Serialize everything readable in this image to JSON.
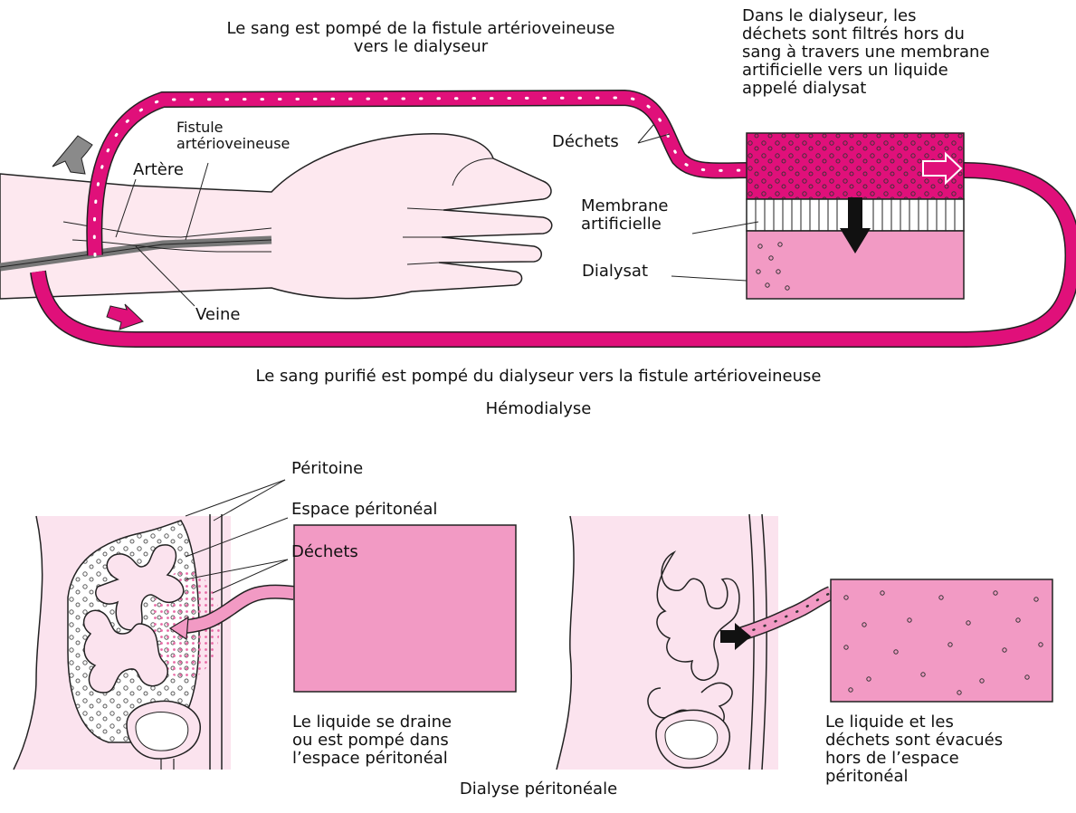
{
  "hemodialysis": {
    "top_caption": "Le sang est pompé de la fistule artérioveineuse\nvers le dialyseur",
    "dialyzer_caption": "Dans le dialyseur, les\ndéchets sont filtrés hors du\nsang à travers une membrane\nartificielle vers un liquide\nappelé dialysat",
    "label_fistula": "Fistule\nartérioveineuse",
    "label_artery": "Artère",
    "label_vein": "Veine",
    "label_waste": "Déchets",
    "label_membrane": "Membrane\nartificielle",
    "label_dialysate": "Dialysat",
    "bottom_caption": "Le sang purifié est pompé du dialyseur vers la fistule artérioveineuse",
    "title": "Hémodialyse"
  },
  "peritoneal": {
    "label_peritoneum": "Péritoine",
    "label_space": "Espace péritonéal",
    "label_waste": "Déchets",
    "caption_left": "Le liquide se draine\nou est pompé dans\nl’espace péritonéal",
    "caption_right": "Le liquide et les\ndéchets sont évacués\nhors de l’espace\npéritonéal",
    "title": "Dialyse péritonéale"
  },
  "colors": {
    "blood": "#e0107a",
    "dialysate": "#f29ac4",
    "tissue": "#fbe3ee",
    "arrow_gray": "#8a8a8a"
  }
}
